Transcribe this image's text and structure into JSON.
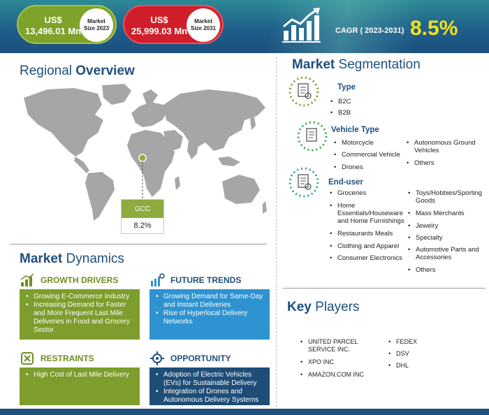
{
  "header": {
    "market_2023_value": "US$ 13,496.01 Mn",
    "market_2023_label": "Market Size 2023",
    "market_2031_value": "US$ 25,999.03 Mn",
    "market_2031_label": "Market Size 2031",
    "cagr_label": "CAGR ( 2023-2031)",
    "cagr_value": "8.5%"
  },
  "regional": {
    "title_plain": "Regional ",
    "title_bold": "Overview",
    "region_name": "GCC",
    "region_value": "8.2%"
  },
  "segmentation": {
    "title_bold": "Market ",
    "title_plain": "Segmentation",
    "type": {
      "heading": "Type",
      "items": [
        "B2C",
        "B2B"
      ]
    },
    "vehicle": {
      "heading": "Vehicle Type",
      "col1": [
        "Motorcycle",
        "Commercial Vehicle",
        "Drones"
      ],
      "col2": [
        "Autonomous Ground Vehicles",
        "Others"
      ]
    },
    "enduser": {
      "heading": "End-user",
      "col1": [
        "Groceries",
        "Home Essentials/Houseware and Home Furnishings",
        "Restaurants Meals",
        "Clothing and Apparel",
        "Consumer Electronics"
      ],
      "col2": [
        "Toys/Hobbies/Sporting Goods",
        "Mass Merchants",
        "Jewelry",
        "Specialty",
        "Automotive Parts and Accessories",
        "Others"
      ]
    }
  },
  "dynamics": {
    "title_bold": "Market ",
    "title_plain": "Dynamics",
    "growth": {
      "heading": "GROWTH DRIVERS",
      "items": [
        "Growing E-Commerce Industry",
        "Increasing Demand for Faster and More Frequent Last Mile Deliveries in Food and Grocery Sector"
      ]
    },
    "trends": {
      "heading": "FUTURE TRENDS",
      "items": [
        "Growing Demand for Same-Day and Instant Deliveries",
        "Rise of Hyperlocal Delivery Networks"
      ]
    },
    "restraints": {
      "heading": "RESTRAINTS",
      "items": [
        "High Cost of Last Mile Delivery"
      ]
    },
    "opportunity": {
      "heading": "OPPORTUNITY",
      "items": [
        "Adoption of Electric Vehicles (EVs) for Sustainable Delivery",
        "Integration of Drones and Autonomous Delivery Systems"
      ]
    }
  },
  "key_players": {
    "title_bold": "Key ",
    "title_plain": "Players",
    "col1": [
      "UNITED PARCEL SERVICE INC.",
      "XPO INC",
      "AMAZON.COM INC"
    ],
    "col2": [
      "FEDEX",
      "DSV",
      "DHL"
    ]
  },
  "colors": {
    "navy": "#1f4f7f",
    "green": "#7d9d2c",
    "red": "#d01f2a",
    "blue": "#2e93d0",
    "cagr_yellow": "#f3e21a"
  },
  "icons": [
    "trend-chart-icon",
    "world-map",
    "location-pin-icon",
    "growth-drivers-icon",
    "future-trends-icon",
    "restraints-icon",
    "opportunity-icon",
    "segment-document-icon"
  ]
}
